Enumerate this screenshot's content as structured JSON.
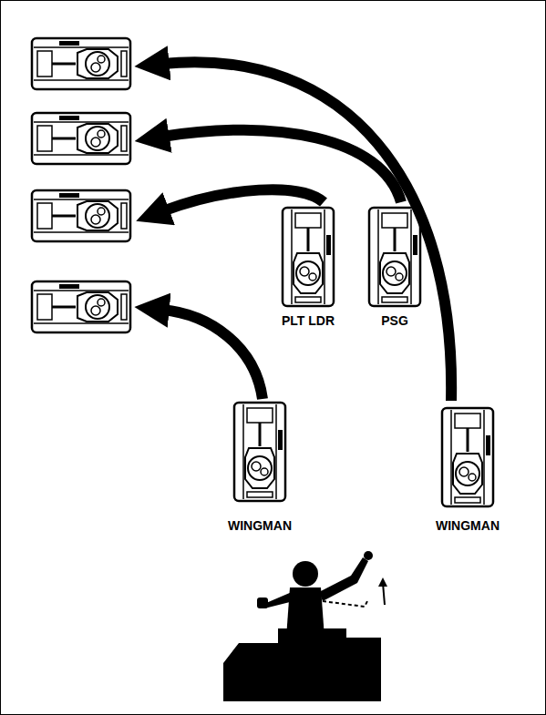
{
  "diagram": {
    "labels": [
      "PLT LDR",
      "PSG",
      "WINGMAN",
      "WINGMAN"
    ]
  }
}
